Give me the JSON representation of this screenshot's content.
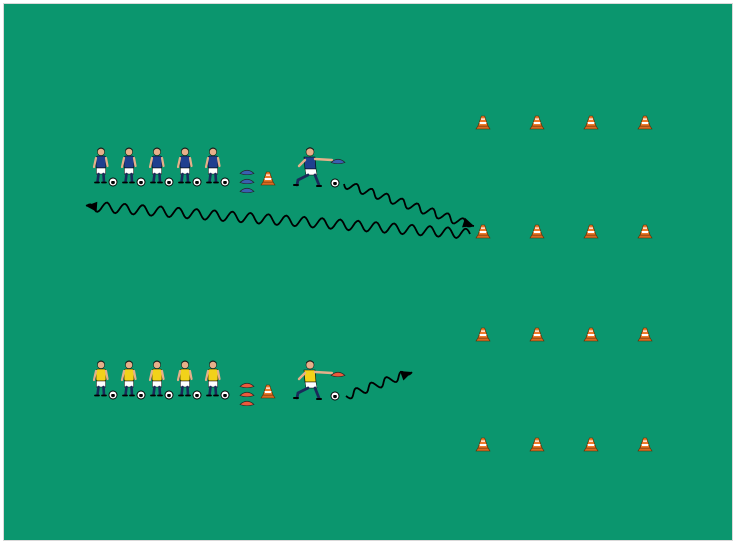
{
  "diagram": {
    "colors": {
      "pitch": "#0b966e",
      "pitch_border": "#d9d9d9",
      "blue_team": "#1f3f8f",
      "blue_marker": "#3a5fb0",
      "yellow_team": "#f2d21a",
      "red_marker": "#ec5a3c",
      "cone_orange": "#f07a2a",
      "cone_stripe": "#ffffff",
      "shorts": "#ffffff",
      "socks": "#1a2a5a",
      "skin": "#e6b08a",
      "hair": "#1a1a1a",
      "ball": "#ffffff",
      "path_line": "#000000"
    },
    "groups": [
      {
        "team": "blue",
        "queue_size": 5,
        "queue_has_balls": true,
        "marker_color": "blue_marker",
        "marker_count": 3,
        "leader_holds_marker": true,
        "dribble_path": "out-and-back"
      },
      {
        "team": "yellow",
        "queue_size": 5,
        "queue_has_balls": true,
        "marker_color": "red_marker",
        "marker_count": 3,
        "leader_holds_marker": true,
        "dribble_path": "short-out"
      }
    ],
    "cone_grid": {
      "rows": 4,
      "cols": 4,
      "icon": "cone-icon"
    },
    "icons": [
      "player-icon",
      "ball-icon",
      "cone-icon",
      "marker-icon",
      "arrow-head-icon"
    ]
  }
}
